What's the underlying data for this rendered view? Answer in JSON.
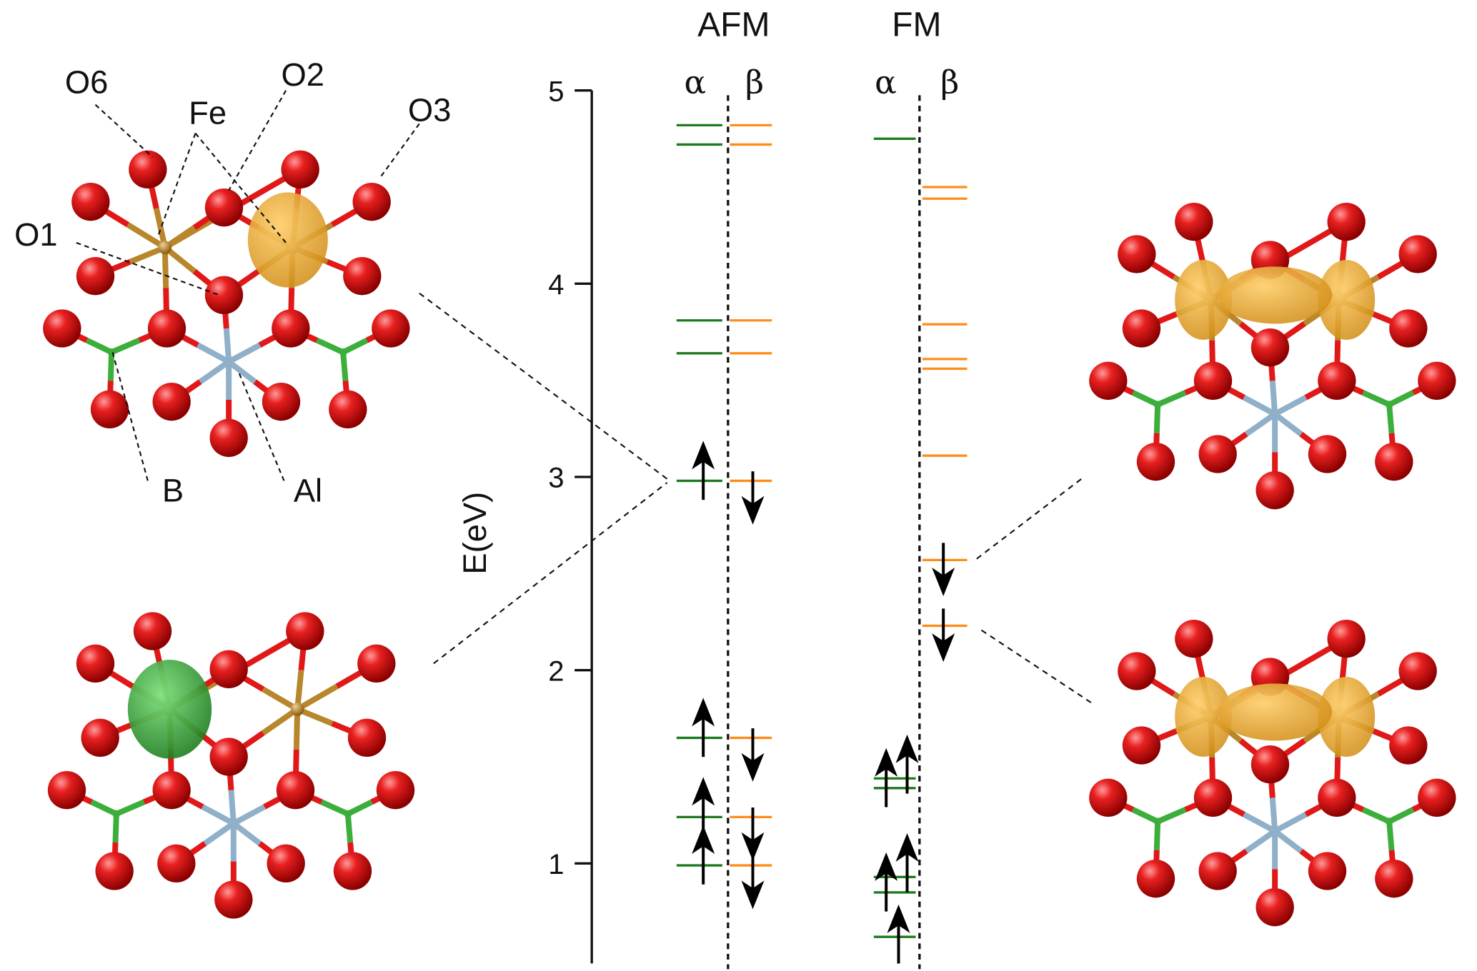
{
  "colors": {
    "alpha_level": "#1e7a1e",
    "beta_level": "#ff8c1a",
    "oxygen": "#e01818",
    "iron": "#b8862b",
    "boron": "#3cae3c",
    "aluminum": "#8fb0c8",
    "spin_density_orange": "#f0b030",
    "spin_density_green": "#3aa83a"
  },
  "structure_labels": {
    "o6": "O6",
    "fe": "Fe",
    "o2": "O2",
    "o3": "O3",
    "o1": "O1",
    "b": "B",
    "al": "Al"
  },
  "chart_data": {
    "type": "energy-level-diagram",
    "ylabel": "E(eV)",
    "ylim": [
      0.5,
      5
    ],
    "yticks": [
      1,
      2,
      3,
      4,
      5
    ],
    "ytick_labels": [
      "1",
      "2",
      "3",
      "4",
      "5"
    ],
    "panels": [
      {
        "title": "AFM",
        "alpha_label": "α",
        "beta_label": "β",
        "alpha": [
          4.82,
          4.72,
          3.81,
          3.64,
          2.98,
          1.65,
          1.24,
          0.99
        ],
        "beta": [
          4.82,
          4.72,
          3.81,
          3.64,
          2.98,
          1.65,
          1.24,
          0.99
        ],
        "alpha_occupied": [
          2.98,
          1.65,
          1.24,
          0.99
        ],
        "beta_occupied": [
          2.98,
          1.65,
          1.24,
          0.99
        ]
      },
      {
        "title": "FM",
        "alpha_label": "α",
        "beta_label": "β",
        "alpha": [
          4.75,
          1.44,
          1.39,
          0.93,
          0.85,
          0.62
        ],
        "beta": [
          4.5,
          4.44,
          3.79,
          3.61,
          3.56,
          3.11,
          2.57,
          2.23
        ],
        "alpha_occupied": [
          1.44,
          1.39,
          0.93,
          0.85,
          0.62
        ],
        "beta_occupied": [
          2.57,
          2.23
        ]
      }
    ]
  }
}
